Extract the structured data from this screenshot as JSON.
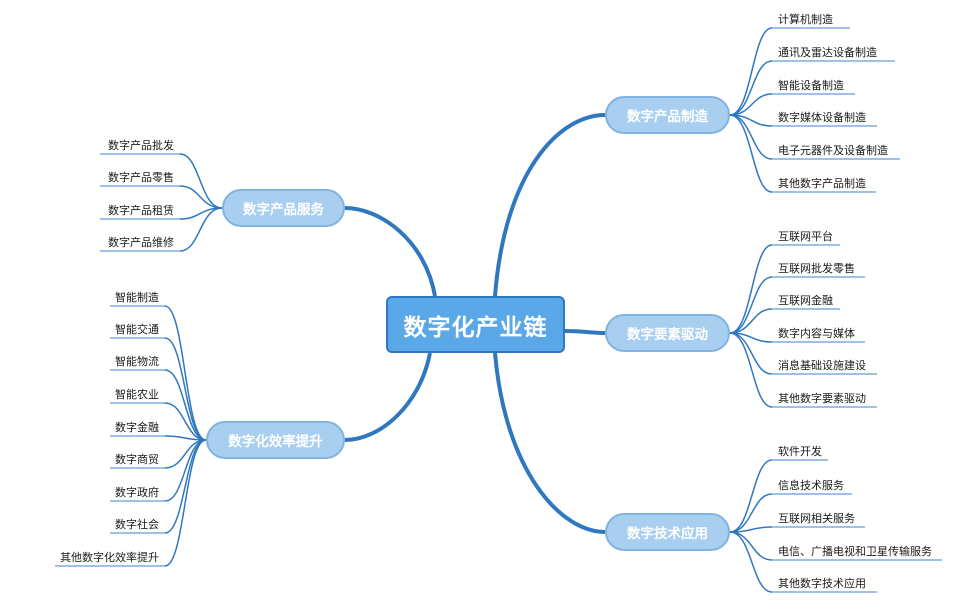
{
  "center": {
    "label": "数字化产业链"
  },
  "branches": [
    {
      "label": "数字产品制造",
      "leaves": [
        "计算机制造",
        "通讯及雷达设备制造",
        "智能设备制造",
        "数字媒体设备制造",
        "电子元器件及设备制造",
        "其他数字产品制造"
      ]
    },
    {
      "label": "数字要素驱动",
      "leaves": [
        "互联网平台",
        "互联网批发零售",
        "互联网金融",
        "数字内容与媒体",
        "消息基础设施建设",
        "其他数字要素驱动"
      ]
    },
    {
      "label": "数字技术应用",
      "leaves": [
        "软件开发",
        "信息技术服务",
        "互联网相关服务",
        "电信、广播电视和卫星传输服务",
        "其他数字技术应用"
      ]
    },
    {
      "label": "数字产品服务",
      "leaves": [
        "数字产品批发",
        "数字产品零售",
        "数字产品租赁",
        "数字产品维修"
      ]
    },
    {
      "label": "数字化效率提升",
      "leaves": [
        "智能制造",
        "智能交通",
        "智能物流",
        "智能农业",
        "数字金融",
        "数字商贸",
        "数字政府",
        "数字社会",
        "其他数字化效率提升"
      ]
    }
  ],
  "colors": {
    "line": "#2f78bf",
    "central_fill": "#5aa8e8",
    "branch_fill": "#a9cff0"
  }
}
